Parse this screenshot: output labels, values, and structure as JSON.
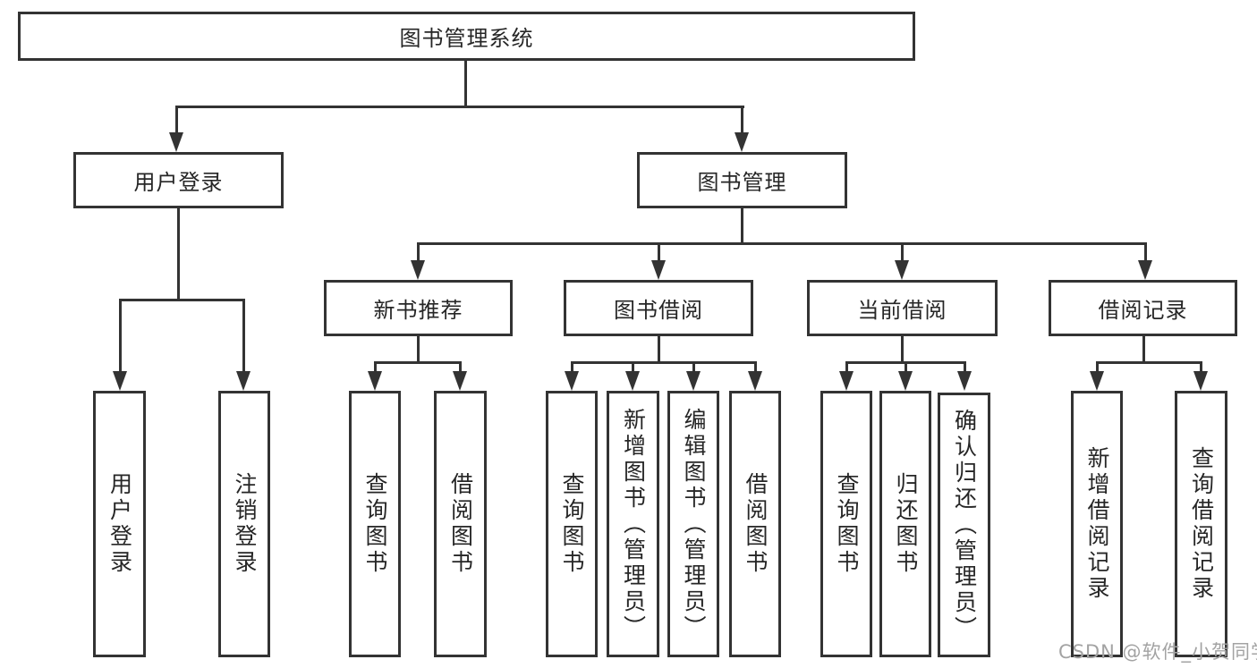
{
  "colors": {
    "line": "#333333",
    "border": "#333333",
    "text": "#262626",
    "watermark_color": "#a3a3a3",
    "background": "#ffffff"
  },
  "watermark": {
    "text": "CSDN @软件_小贺同学"
  },
  "tree": {
    "label": "图书管理系统",
    "children": [
      {
        "label": "用户登录",
        "children": [
          {
            "label": "用户登录"
          },
          {
            "label": "注销登录"
          }
        ]
      },
      {
        "label": "图书管理",
        "children": [
          {
            "label": "新书推荐",
            "children": [
              {
                "label": "查询图书"
              },
              {
                "label": "借阅图书"
              }
            ]
          },
          {
            "label": "图书借阅",
            "children": [
              {
                "label": "查询图书"
              },
              {
                "label": "新增图书（管理员）"
              },
              {
                "label": "编辑图书（管理员）"
              },
              {
                "label": "借阅图书"
              }
            ]
          },
          {
            "label": "当前借阅",
            "children": [
              {
                "label": "查询图书"
              },
              {
                "label": "归还图书"
              },
              {
                "label": "确认归还（管理员）"
              }
            ]
          },
          {
            "label": "借阅记录",
            "children": [
              {
                "label": "新增借阅记录"
              },
              {
                "label": "查询借阅记录"
              }
            ]
          }
        ]
      }
    ]
  }
}
